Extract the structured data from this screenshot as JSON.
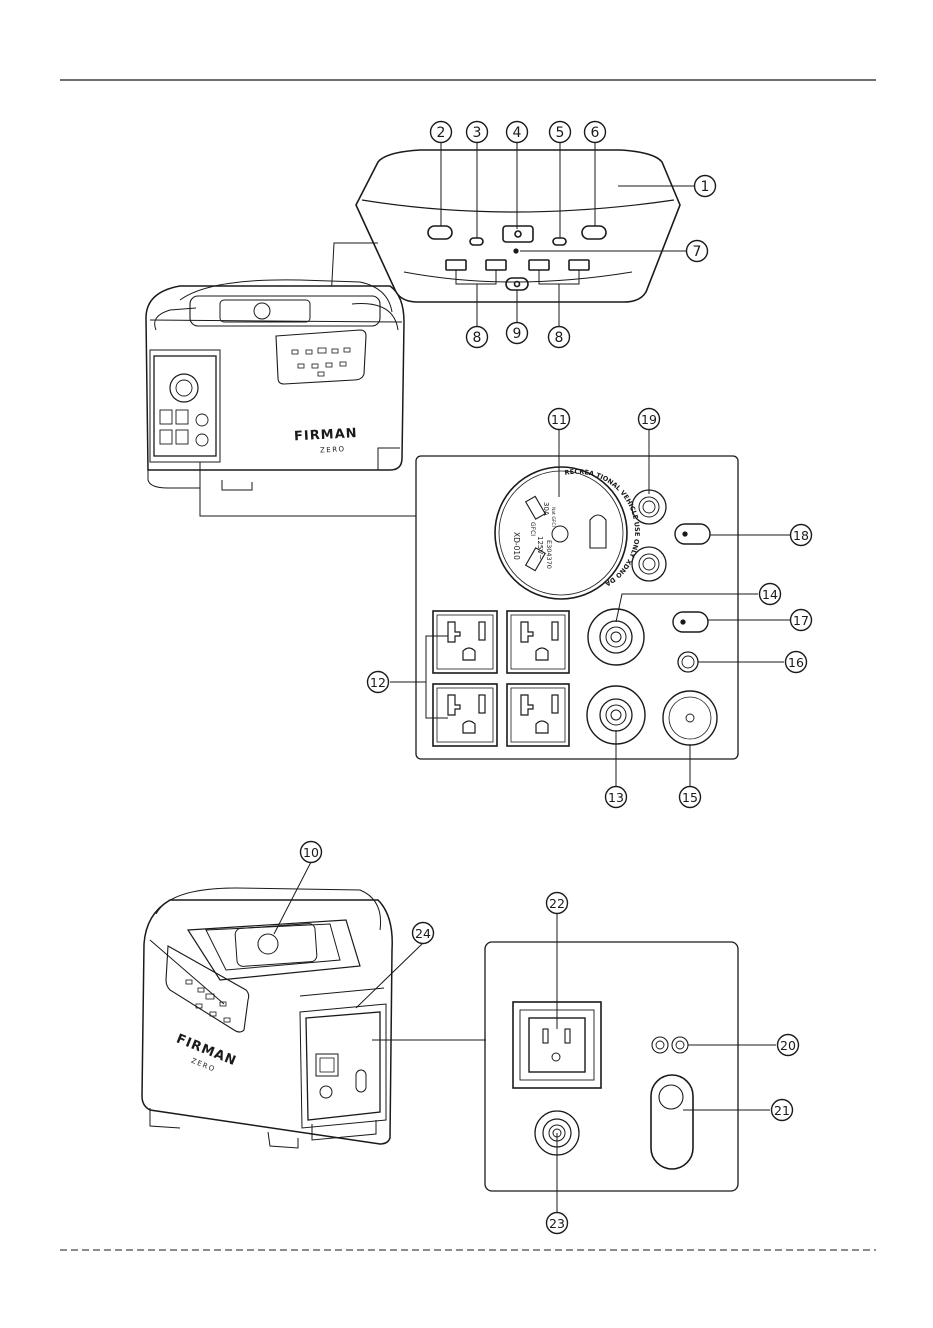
{
  "callouts": [
    "1",
    "2",
    "3",
    "4",
    "5",
    "6",
    "7",
    "8",
    "8",
    "9",
    "10",
    "11",
    "12",
    "13",
    "14",
    "15",
    "16",
    "17",
    "18",
    "19",
    "20",
    "21",
    "22",
    "23",
    "24"
  ],
  "brand": {
    "name": "FIRMAN",
    "model": "ZERO"
  },
  "outlet_30a": {
    "top_arc": "RECREA TIONAL VEHICLE USE ONLY XDNO DA",
    "line1": "30A",
    "line2": "125V~",
    "line3": "GFCI",
    "line4": "E304370",
    "line5": "XD-010",
    "small": "Not GFCI"
  },
  "colors": {
    "ink": "#1a1a1a",
    "gray": "#6a6a6a",
    "paper": "#ffffff"
  }
}
